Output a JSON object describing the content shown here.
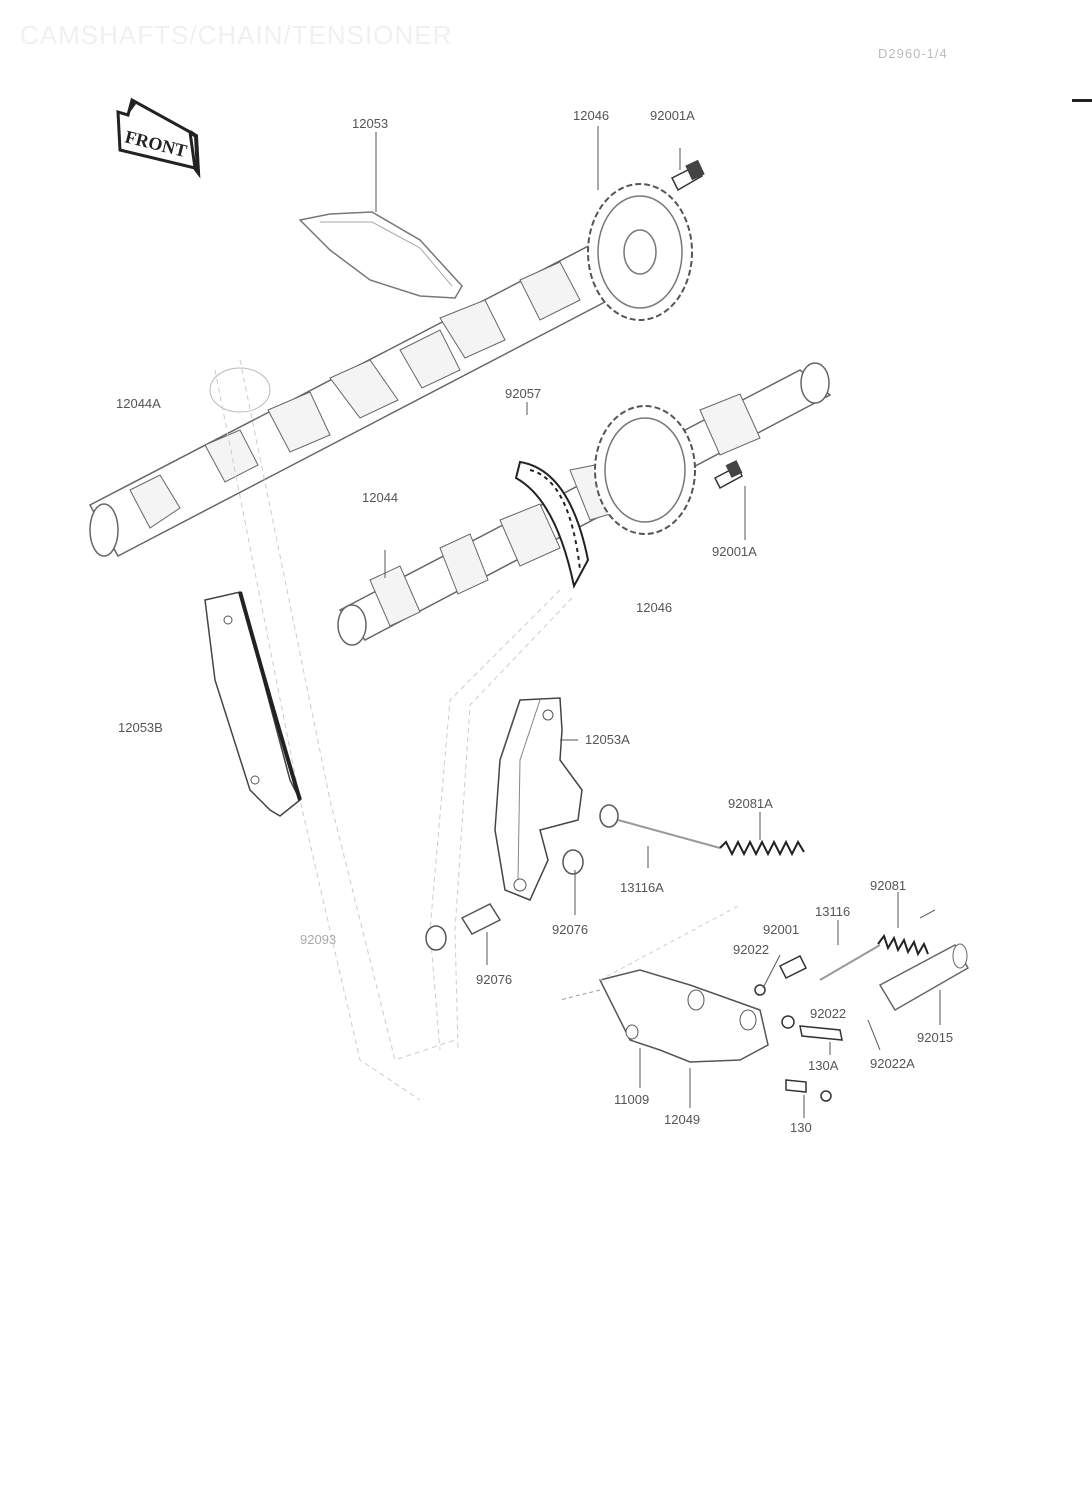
{
  "header": {
    "title": "CAMSHAFTS/CHAIN/TENSIONER",
    "reference": "D2960-1/4"
  },
  "front_indicator": "FRONT",
  "part_labels": [
    {
      "id": "p1",
      "text": "12053"
    },
    {
      "id": "p2",
      "text": "12046"
    },
    {
      "id": "p3",
      "text": "92001A"
    },
    {
      "id": "p4",
      "text": "12044A"
    },
    {
      "id": "p5",
      "text": "92057"
    },
    {
      "id": "p6",
      "text": "12044"
    },
    {
      "id": "p7",
      "text": "92001A"
    },
    {
      "id": "p8",
      "text": "12046"
    },
    {
      "id": "p9",
      "text": "12053B"
    },
    {
      "id": "p10",
      "text": "12053A"
    },
    {
      "id": "p11",
      "text": "92081A"
    },
    {
      "id": "p12",
      "text": "13116A"
    },
    {
      "id": "p13",
      "text": "92081"
    },
    {
      "id": "p14",
      "text": "13116"
    },
    {
      "id": "p15",
      "text": "92001"
    },
    {
      "id": "p16",
      "text": "92076"
    },
    {
      "id": "p17",
      "text": "92022"
    },
    {
      "id": "p18",
      "text": "92022"
    },
    {
      "id": "p19",
      "text": "92015"
    },
    {
      "id": "p20",
      "text": "92076"
    },
    {
      "id": "p21",
      "text": "92093"
    },
    {
      "id": "p22",
      "text": "130A"
    },
    {
      "id": "p23",
      "text": "92022A"
    },
    {
      "id": "p24",
      "text": "11009"
    },
    {
      "id": "p25",
      "text": "12049"
    },
    {
      "id": "p26",
      "text": "130"
    }
  ]
}
